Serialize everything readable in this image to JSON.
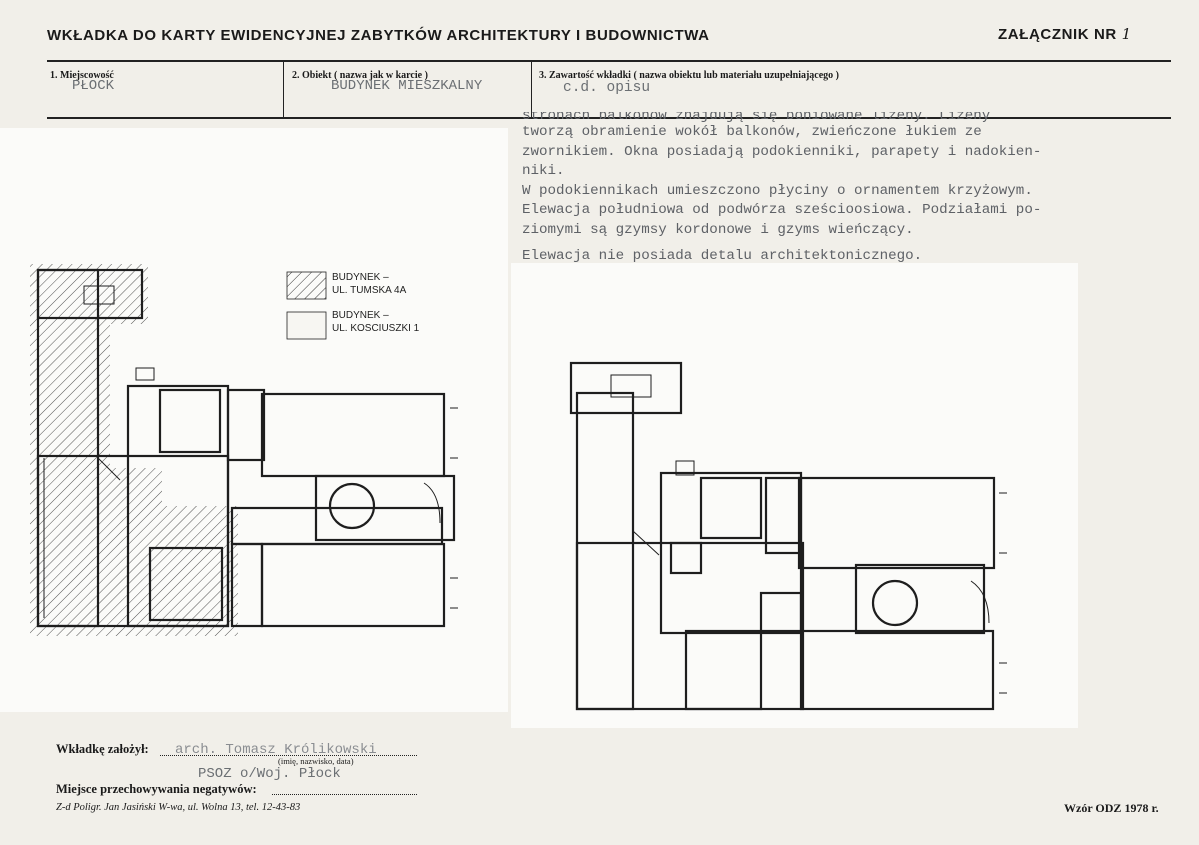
{
  "header": {
    "title": "WKŁADKA DO KARTY EWIDENCYJNEJ ZABYTKÓW ARCHITEKTURY I BUDOWNICTWA",
    "annex_label": "ZAŁĄCZNIK NR",
    "annex_number": "1"
  },
  "fields": {
    "locality": {
      "label": "1. Miejscowość",
      "value": "PŁOCK"
    },
    "object": {
      "label": "2. Obiekt ( nazwa jak w karcie )",
      "value": "BUDYNEK MIESZKALNY"
    },
    "content": {
      "label": "3. Zawartość wkładki ( nazwa obiektu lub materiału uzupełniającego )",
      "value": "c.d. opisu"
    }
  },
  "description": {
    "line1": "stronach balkonów znajdują się boniowane lizeny. Lizeny",
    "line2": "tworzą obramienie wokół balkonów, zwieńczone łukiem ze",
    "line3": "zwornikiem. Okna posiadają podokienniki, parapety i nadokien-",
    "line4": "niki.",
    "line5": "W podokiennikach umieszczono płyciny o ornamentem krzyżowym.",
    "line6": "Elewacja południowa od podwórza sześcioosiowa. Podziałami po-",
    "line7": "ziomymi są gzymsy kordonowe i gzyms wieńczący.",
    "line8": "Elewacja nie posiada detalu architektonicznego."
  },
  "legend": {
    "item1_line1": "BUDYNEK –",
    "item1_line2": "UL. TUMSKA 4A",
    "item2_line1": "BUDYNEK –",
    "item2_line2": "UL. KOSCIUSZKI 1"
  },
  "footer": {
    "author_label": "Wkładkę założył:",
    "author_value": "arch. Tomasz Królikowski",
    "author_caption": "(imię, nazwisko, data)",
    "storage_label": "Miejsce przechowywania negatywów:",
    "storage_value": "PSOZ o/Woj. Płock",
    "printer": "Z-d Poligr. Jan Jasiński W-wa, ul. Wolna 13, tel. 12-43-83",
    "template": "Wzór ODZ 1978 r."
  },
  "colors": {
    "paper": "#f1efe9",
    "ink": "#1a1a1a",
    "typewriter": "#5e6166"
  }
}
